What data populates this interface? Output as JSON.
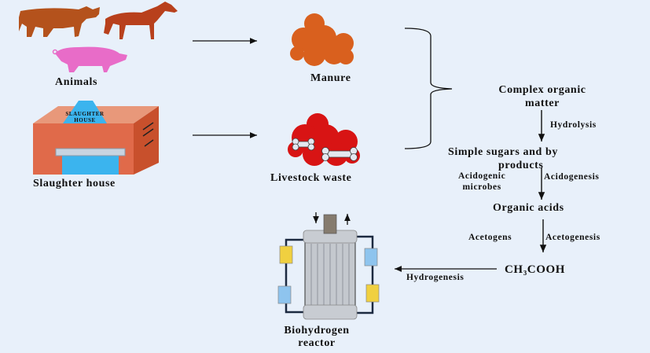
{
  "sources": {
    "animals": {
      "label": "Animals"
    },
    "slaughter_house": {
      "label": "Slaughter house",
      "sign_line1": "SLAUGHTER",
      "sign_line2": "HOUSE"
    }
  },
  "wastes": {
    "manure": {
      "label": "Manure"
    },
    "livestock_waste": {
      "label": "Livestock waste"
    }
  },
  "process": {
    "complex_line1": "Complex organic",
    "complex_line2": "matter",
    "hydrolysis": "Hydrolysis",
    "sugars_line1": "Simple  sugars and by",
    "sugars_line2": "products",
    "acidogenic_line1": "Acidogenic",
    "acidogenic_line2": "microbes",
    "acidogenesis": "Acidogenesis",
    "organic_acids": "Organic acids",
    "acetogens": "Acetogens",
    "acetogenesis": "Acetogenesis",
    "acetic_acid": "CH₃COOH",
    "hydrogenesis": "Hydrogenesis"
  },
  "reactor": {
    "label_line1": "Biohydrogen",
    "label_line2": "reactor"
  },
  "colors": {
    "background": "#e8f0fa",
    "manure": "#d9601e",
    "livestock_waste": "#d81414",
    "building": "#e06a4a",
    "roof": "#3bb4ee",
    "pig": "#e86cc8",
    "cow": "#b4521c",
    "horse": "#b8401c"
  }
}
